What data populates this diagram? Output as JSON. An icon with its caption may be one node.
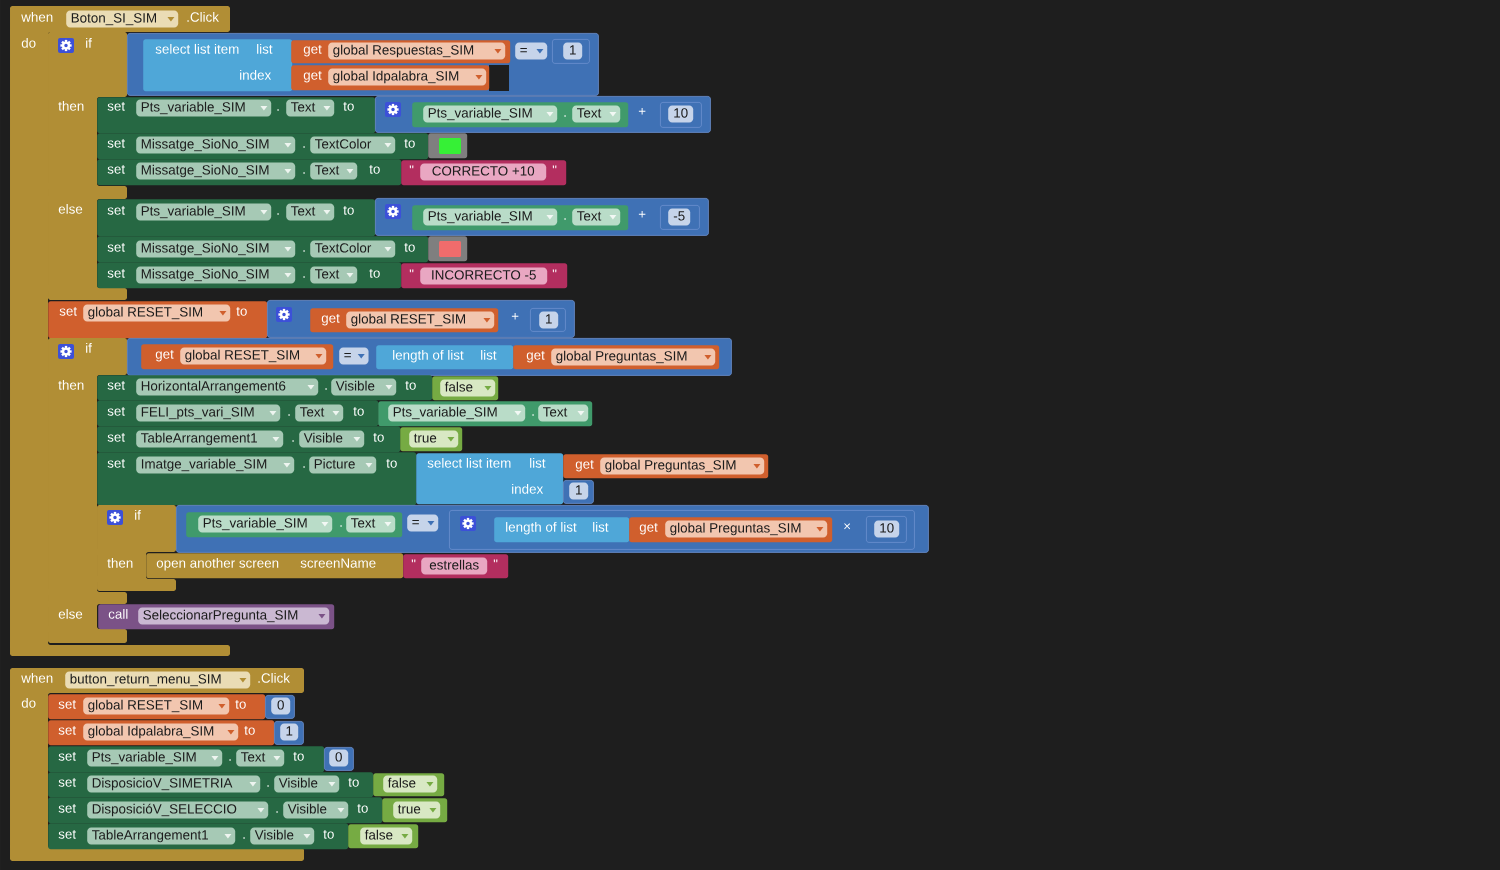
{
  "diagram": {
    "nodes": [
      {
        "text": [
          "when",
          "Boton_SI_SIM",
          ".Click",
          "do"
        ]
      },
      {
        "text": [
          "if",
          "then",
          "else"
        ],
        "in": 0
      },
      {
        "text": [
          "="
        ]
      },
      {
        "text": [
          "select list item",
          "list",
          "index"
        ],
        "in": 2
      },
      {
        "text": [
          "get",
          "global Respuestas_SIM"
        ],
        "in": 2
      },
      {
        "text": [
          "get",
          "global Idpalabra_SIM"
        ],
        "in": 2
      },
      {
        "text": [
          "1"
        ],
        "in": 2
      },
      {
        "text": [
          "set",
          "Pts_variable_SIM",
          ".",
          "Text",
          "to"
        ]
      },
      {
        "text": [
          "+"
        ]
      },
      {
        "text": [
          "Pts_variable_SIM",
          ".",
          "Text"
        ],
        "in": 8
      },
      {
        "text": [
          "10"
        ],
        "in": 8
      },
      {
        "text": [
          "set",
          "Missatge_SioNo_SIM",
          ".",
          "TextColor",
          "to"
        ]
      },
      {
        "text": [],
        "shape": "box"
      },
      {
        "text": [
          "set",
          "Missatge_SioNo_SIM",
          ".",
          "Text",
          "to"
        ]
      },
      {
        "text": [
          "\"",
          "CORRECTO +10",
          "\""
        ]
      },
      {
        "text": [
          "set",
          "Pts_variable_SIM",
          ".",
          "Text",
          "to"
        ]
      },
      {
        "text": [
          "+"
        ]
      },
      {
        "text": [
          "Pts_variable_SIM",
          ".",
          "Text"
        ],
        "in": 16
      },
      {
        "text": [
          "-5"
        ],
        "in": 16
      },
      {
        "text": [
          "set",
          "Missatge_SioNo_SIM",
          ".",
          "TextColor",
          "to"
        ]
      },
      {
        "text": [],
        "shape": "box"
      },
      {
        "text": [
          "set",
          "Missatge_SioNo_SIM",
          ".",
          "Text",
          "to"
        ]
      },
      {
        "text": [
          "\"",
          "INCORRECTO -5",
          "\""
        ]
      },
      {
        "text": [
          "set",
          "global RESET_SIM",
          "to"
        ]
      },
      {
        "text": [
          "+"
        ]
      },
      {
        "text": [
          "get",
          "global RESET_SIM"
        ],
        "in": 24
      },
      {
        "text": [
          "1"
        ],
        "in": 24
      },
      {
        "text": [
          "if",
          "then",
          "else"
        ],
        "in": 0
      },
      {
        "text": [
          "="
        ]
      },
      {
        "text": [
          "get",
          "global RESET_SIM"
        ],
        "in": 28
      },
      {
        "text": [
          "length of list",
          "list"
        ],
        "in": 28
      },
      {
        "text": [
          "get",
          "global Preguntas_SIM"
        ],
        "in": 28
      },
      {
        "text": [
          "set",
          "HorizontalArrangement6",
          ".",
          "Visible",
          "to"
        ]
      },
      {
        "text": [
          "false"
        ]
      },
      {
        "text": [
          "set",
          "FELI_pts_vari_SIM",
          ".",
          "Text",
          "to"
        ]
      },
      {
        "text": [
          "Pts_variable_SIM",
          ".",
          "Text"
        ]
      },
      {
        "text": [
          "set",
          "TableArrangement1",
          ".",
          "Visible",
          "to"
        ]
      },
      {
        "text": [
          "true"
        ]
      },
      {
        "text": [
          "set",
          "Imatge_variable_SIM",
          ".",
          "Picture",
          "to"
        ]
      },
      {
        "text": [
          "select list item",
          "list",
          "index"
        ]
      },
      {
        "text": [
          "get",
          "global Preguntas_SIM"
        ]
      },
      {
        "text": [
          "1"
        ]
      },
      {
        "text": [
          "if",
          "then"
        ],
        "in": 0
      },
      {
        "text": [
          "="
        ]
      },
      {
        "text": [
          "Pts_variable_SIM",
          ".",
          "Text"
        ],
        "in": 43
      },
      {
        "text": [
          "×"
        ],
        "in": 43
      },
      {
        "text": [
          "length of list",
          "list"
        ],
        "in": 45
      },
      {
        "text": [
          "get",
          "global Preguntas_SIM"
        ],
        "in": 45
      },
      {
        "text": [
          "10"
        ],
        "in": 45
      },
      {
        "text": [
          "open another screen",
          "screenName"
        ]
      },
      {
        "text": [
          "\"",
          "estrellas",
          "\""
        ]
      },
      {
        "text": [
          "call",
          "SeleccionarPregunta_SIM"
        ]
      },
      {
        "text": [
          "when",
          "button_return_menu_SIM",
          ".Click",
          "do"
        ]
      },
      {
        "text": [
          "set",
          "global RESET_SIM",
          "to"
        ],
        "in": 52
      },
      {
        "text": [
          "0"
        ],
        "in": 52
      },
      {
        "text": [
          "set",
          "global Idpalabra_SIM",
          "to"
        ],
        "in": 52
      },
      {
        "text": [
          "1"
        ],
        "in": 52
      },
      {
        "text": [
          "set",
          "Pts_variable_SIM",
          ".",
          "Text",
          "to"
        ]
      },
      {
        "text": [
          "0"
        ]
      },
      {
        "text": [
          "set",
          "DisposicioV_SIMETRIA",
          ".",
          "Visible",
          "to"
        ]
      },
      {
        "text": [
          "false"
        ]
      },
      {
        "text": [
          "set",
          "DisposicióV_SELECCIO",
          ".",
          "Visible",
          "to"
        ]
      },
      {
        "text": [
          "true"
        ]
      },
      {
        "text": [
          "set",
          "TableArrangement1",
          ".",
          "Visible",
          "to"
        ]
      },
      {
        "text": [
          "false"
        ]
      }
    ]
  }
}
